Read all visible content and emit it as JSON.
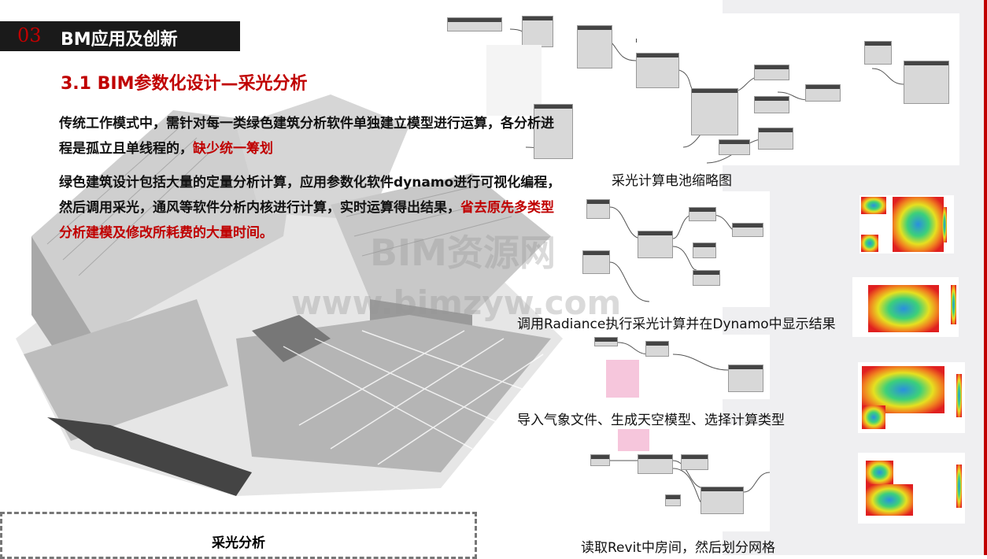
{
  "header": {
    "section_number": "03",
    "section_title": "BM应用及创新"
  },
  "subtitle": "3.1 BIM参数化设计—采光分析",
  "paragraphs": [
    {
      "text": "传统工作模式中，需针对每一类绿色建筑分析软件单独建立模型进行运算，各分析进程是孤立且单线程的，",
      "highlight": "缺少统一筹划"
    },
    {
      "text": "绿色建筑设计包括大量的定量分析计算，应用参数化软件dynamo进行可视化编程，然后调用采光，通风等软件分析内核进行计算，实时运算得出结果，",
      "highlight": "省去原先多类型分析建模及修改所耗费的大量时间。"
    }
  ],
  "image_label": "采光分析",
  "captions": [
    "采光计算电池缩略图",
    "调用Radiance执行采光计算并在Dynamo中显示结果",
    "导入气象文件、生成天空模型、选择计算类型",
    "读取Revit中房间，然后划分网格"
  ],
  "watermark": {
    "line1": "BIM资源网",
    "line2": "www.bimzyw.com"
  },
  "colors": {
    "accent": "#c00000",
    "header_bg": "#1a1a1a"
  }
}
